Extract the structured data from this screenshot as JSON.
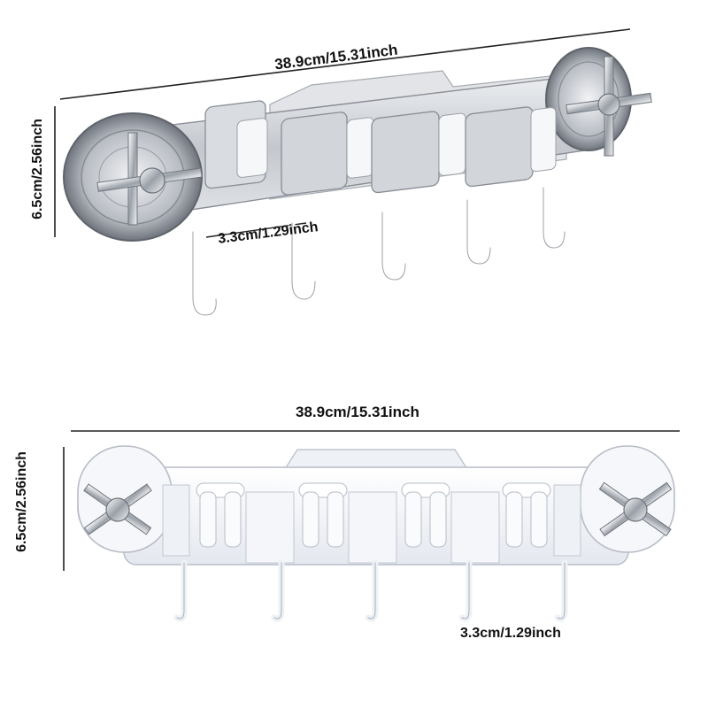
{
  "top_product": {
    "variant": "transparent",
    "width_label": "38.9cm/15.31inch",
    "height_label": "6.5cm/2.56inch",
    "hook_spacing_label": "3.3cm/1.29inch",
    "hook_count": 5,
    "clamp_count": 4
  },
  "bottom_product": {
    "variant": "white",
    "width_label": "38.9cm/15.31inch",
    "height_label": "6.5cm/2.56inch",
    "hook_spacing_label": "3.3cm/1.29inch",
    "hook_count": 5,
    "clamp_count": 4
  },
  "colors": {
    "clear_body": "#c9ccd1",
    "clear_edge": "#8a8e95",
    "white_body": "#f2f4f8",
    "white_edge": "#b8bcc6",
    "chrome": "#d8dadd",
    "line": "#222222"
  }
}
